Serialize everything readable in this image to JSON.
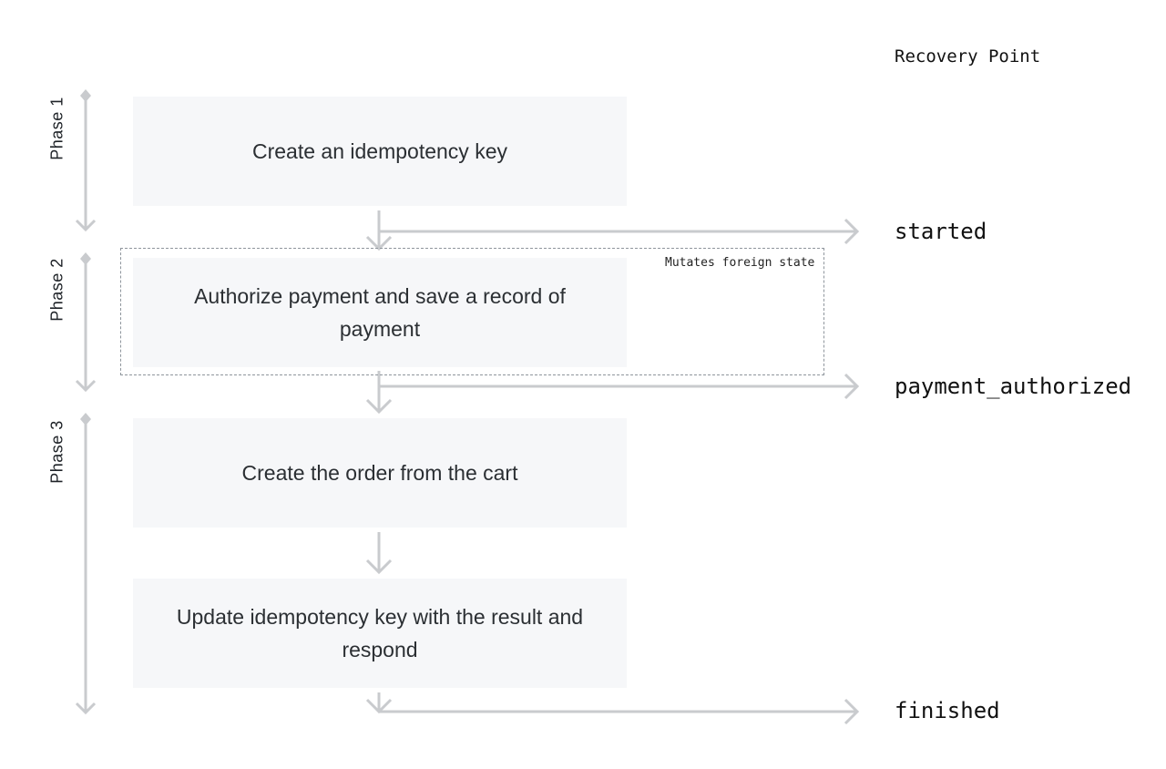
{
  "recovery_title": "Recovery Point",
  "phases": [
    {
      "label": "Phase 1"
    },
    {
      "label": "Phase 2"
    },
    {
      "label": "Phase 3"
    }
  ],
  "steps": [
    {
      "text": "Create an idempotency key"
    },
    {
      "text": "Authorize payment and save a record of payment"
    },
    {
      "text": "Create the order from the cart"
    },
    {
      "text": "Update idempotency key with the result and respond"
    }
  ],
  "recovery_points": [
    {
      "label": "started"
    },
    {
      "label": "payment_authorized"
    },
    {
      "label": "finished"
    }
  ],
  "region": {
    "label": "Mutates foreign state"
  },
  "colors": {
    "box_fill": "#f6f7f9",
    "arrow": "#c9cbce",
    "dashed_border": "#8e959c",
    "text": "#2b2f33"
  }
}
